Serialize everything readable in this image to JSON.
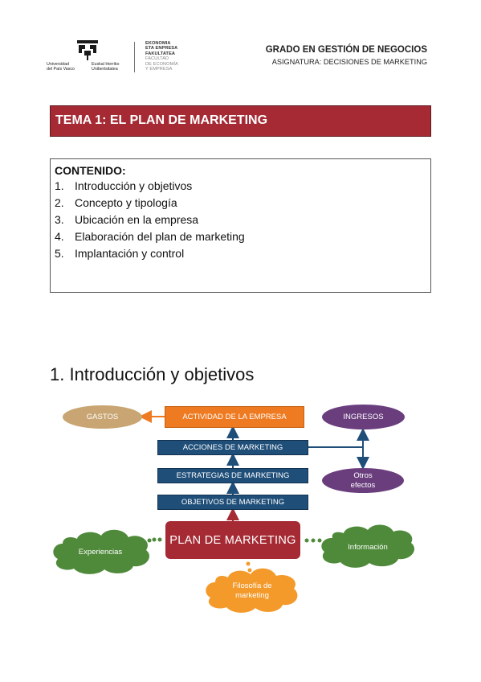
{
  "header": {
    "university_left_line1": "Universidad",
    "university_left_line2": "del País Vasco",
    "university_right_line1": "Euskal Herriko",
    "university_right_line2": "Unibertsitatea",
    "faculty_line1": "EKONOMIA",
    "faculty_line2": "ETA ENPRESA",
    "faculty_line3": "FAKULTATEA",
    "faculty_line4": "FACULTAD",
    "faculty_line5": "DE ECONOMÍA",
    "faculty_line6": "Y EMPRESA",
    "degree": "GRADO EN GESTIÓN DE NEGOCIOS",
    "subject": "ASIGNATURA: DECISIONES DE MARKETING"
  },
  "tema_title": "TEMA 1: EL PLAN DE MARKETING",
  "contenido": {
    "title": "CONTENIDO:",
    "items": [
      {
        "num": "1.",
        "text": "Introducción y objetivos"
      },
      {
        "num": "2.",
        "text": "Concepto y tipología"
      },
      {
        "num": "3.",
        "text": "Ubicación en la empresa"
      },
      {
        "num": "4.",
        "text": "Elaboración del plan de marketing"
      },
      {
        "num": "5.",
        "text": "Implantación y control"
      }
    ]
  },
  "section_title": "1. Introducción y objetivos",
  "diagram": {
    "actividad": "ACTIVIDAD DE LA EMPRESA",
    "acciones": "ACCIONES DE MARKETING",
    "estrategias": "ESTRATEGIAS DE MARKETING",
    "objetivos": "OBJETIVOS DE MARKETING",
    "plan": "PLAN DE MARKETING",
    "gastos": "GASTOS",
    "ingresos": "INGRESOS",
    "otros_line1": "Otros",
    "otros_line2": "efectos",
    "experiencias": "Experiencias",
    "informacion": "Información",
    "filosofia_line1": "Filosofía de",
    "filosofia_line2": "marketing"
  },
  "colors": {
    "tema_red": "#a52a34",
    "orange": "#ee7b22",
    "blue": "#1f4e79",
    "purple": "#6a3e7d",
    "tan": "#c8a572",
    "green": "#4e8a3a",
    "cloud_orange": "#f39a2b"
  }
}
